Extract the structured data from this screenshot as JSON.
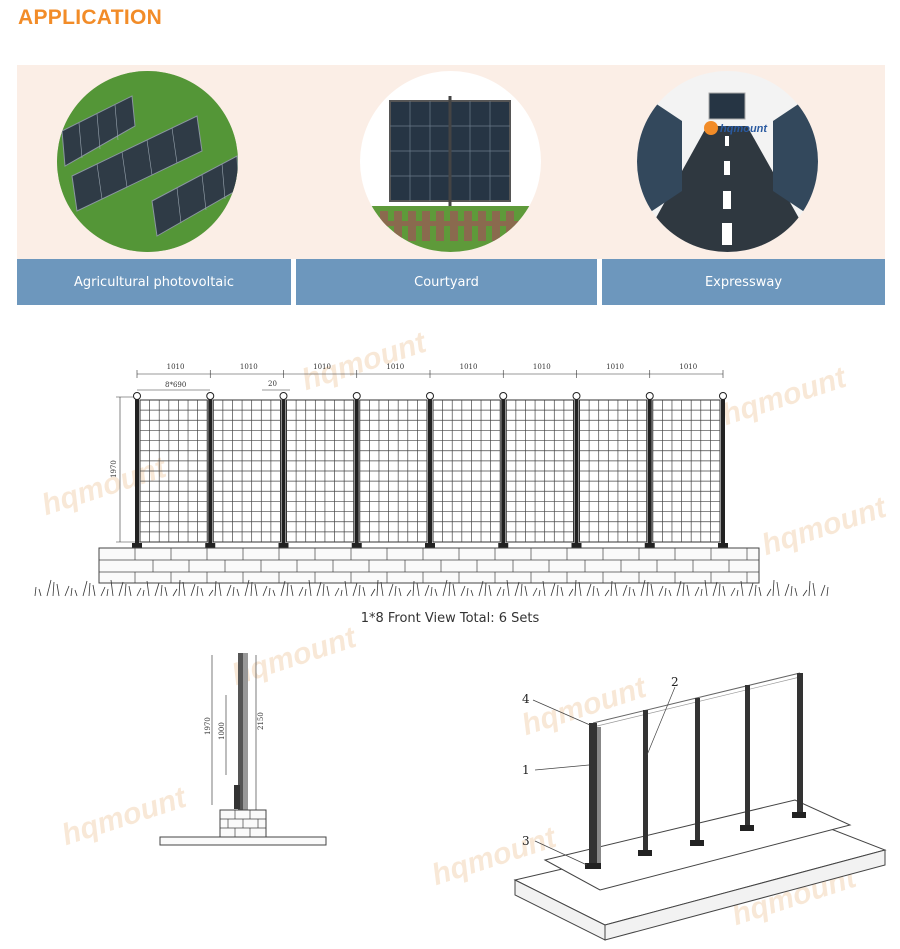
{
  "heading": "APPLICATION",
  "applications": [
    {
      "label": "Agricultural photovoltaic"
    },
    {
      "label": "Courtyard"
    },
    {
      "label": "Expressway"
    }
  ],
  "expressway_logo": "hqmount",
  "front_view": {
    "panel_widths": [
      "1010",
      "1010",
      "1010",
      "1010",
      "1010",
      "1010",
      "1010",
      "1010"
    ],
    "grid_note": "8*690",
    "post_width": "20",
    "height": "1970",
    "caption": "1*8 Front View Total: 6 Sets"
  },
  "side_view": {
    "dim_a": "1970",
    "dim_b": "1000",
    "dim_c": "2150"
  },
  "iso_view": {
    "callouts": [
      "4",
      "2",
      "1",
      "3"
    ]
  },
  "watermark": "hqmount",
  "colors": {
    "heading": "#f28c28",
    "label_bar": "#6d97bd",
    "band": "#fbeee6"
  }
}
